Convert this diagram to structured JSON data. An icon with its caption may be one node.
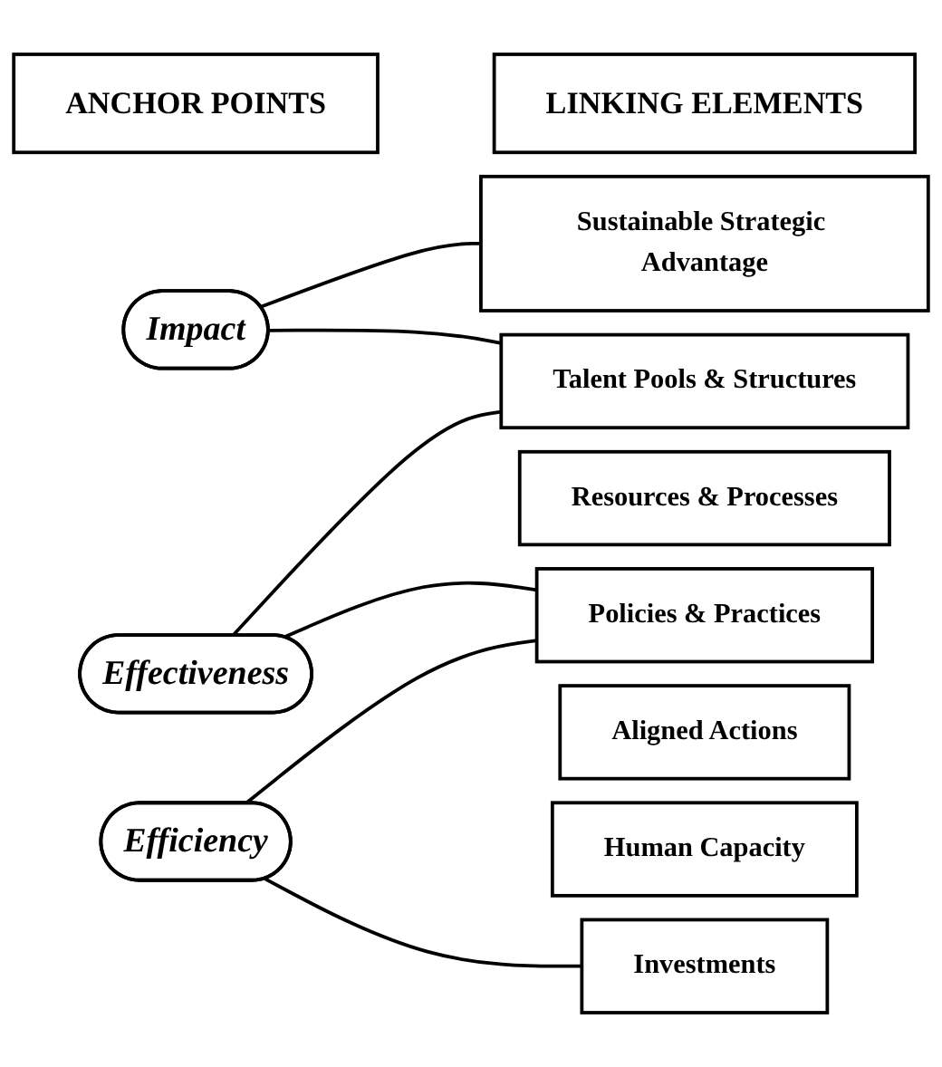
{
  "diagram": {
    "nodes": [
      {
        "text": [
          "ANCHOR POINTS"
        ]
      },
      {
        "text": [
          "LINKING ELEMENTS"
        ]
      },
      {
        "text": [
          "Sustainable Strategic Advantage"
        ]
      },
      {
        "text": [
          "Impact"
        ]
      },
      {
        "text": [
          "Resources & Processes"
        ]
      },
      {
        "text": [
          "Talent Pools & Structures"
        ]
      },
      {
        "text": [
          "Aligned Actions"
        ]
      },
      {
        "text": [
          "Effectiveness"
        ]
      },
      {
        "text": [
          "Human Capacity"
        ]
      },
      {
        "text": [
          "Policies & Practices"
        ]
      },
      {
        "text": [
          "Efficiency"
        ]
      },
      {
        "text": [
          "Investments"
        ]
      }
    ],
    "edges": [
      {
        "from": 3,
        "to": 2,
        "arrow": "none"
      },
      {
        "from": 3,
        "to": 5,
        "arrow": "none"
      },
      {
        "from": 7,
        "to": 5,
        "arrow": "none"
      },
      {
        "from": 7,
        "to": 9,
        "arrow": "none"
      },
      {
        "from": 10,
        "to": 9,
        "arrow": "none"
      },
      {
        "from": 10,
        "to": 11,
        "arrow": "none"
      }
    ]
  }
}
